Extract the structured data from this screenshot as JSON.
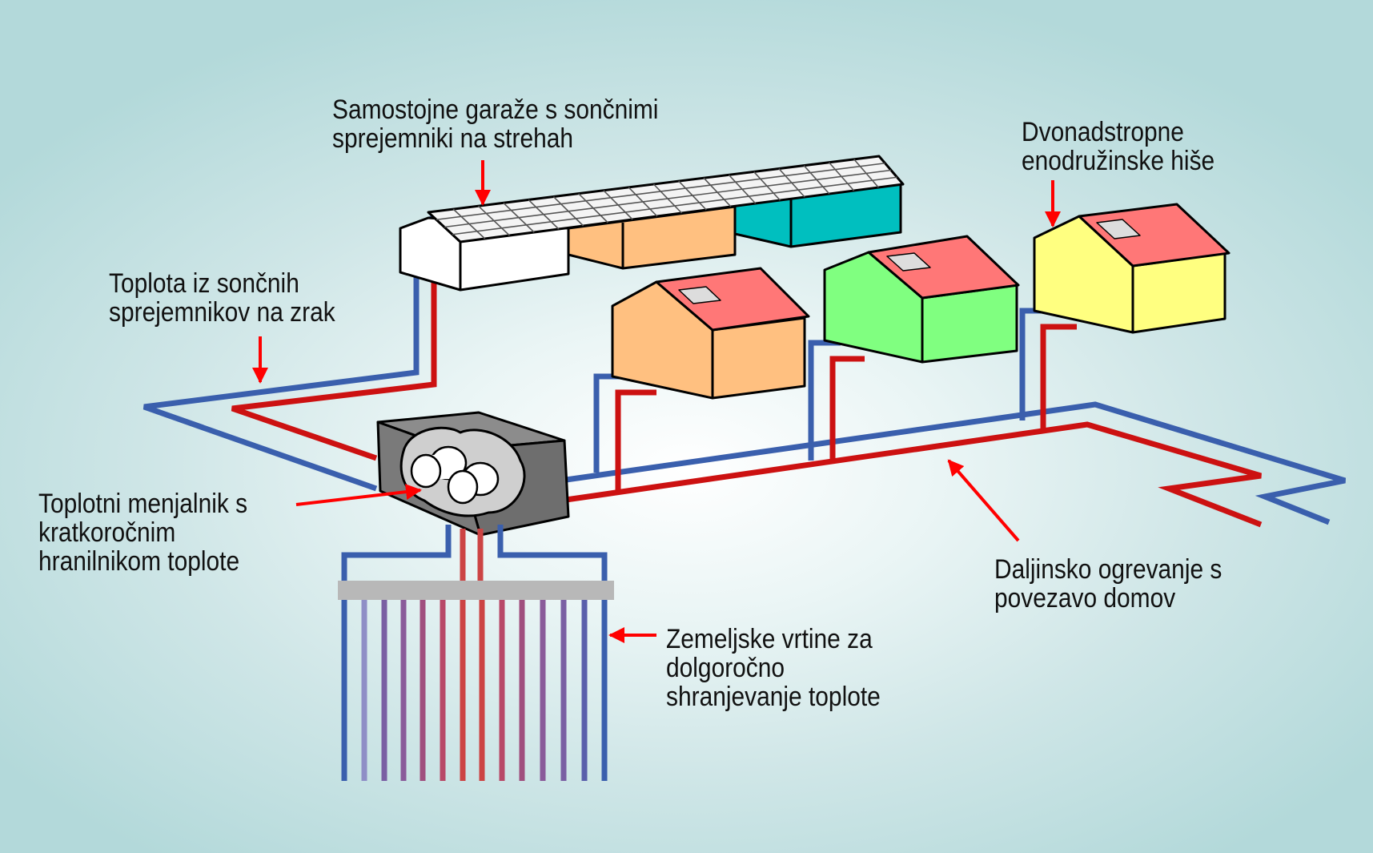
{
  "labels": {
    "garages": [
      "Samostojne garaže s sončnimi",
      "sprejemniki na strehah"
    ],
    "houses": [
      "Dvonadstropne",
      "enodružinske hiše"
    ],
    "solar_air": [
      "Toplota iz sončnih",
      "sprejemnikov na zrak"
    ],
    "exchanger": [
      "Toplotni menjalnik s",
      "kratkoročnim",
      "hranilnikom toplote"
    ],
    "district": [
      "Daljinsko ogrevanje s",
      "povezavo domov"
    ],
    "boreholes": [
      "Zemeljske vrtine za",
      "dolgoročno",
      "shranjevanje toplote"
    ]
  },
  "colors": {
    "cold_pipe": "#3a5fad",
    "hot_pipe": "#cc1111",
    "arrow": "#ff0000",
    "house_orange": "#ffc080",
    "house_green": "#80ff80",
    "house_yellow": "#ffff80",
    "roof": "#ff7777",
    "garage_teal": "#00bfbf",
    "garage_white": "#ffffff",
    "exchanger_gray": "#777777",
    "manifold": "#b8b8b8"
  }
}
